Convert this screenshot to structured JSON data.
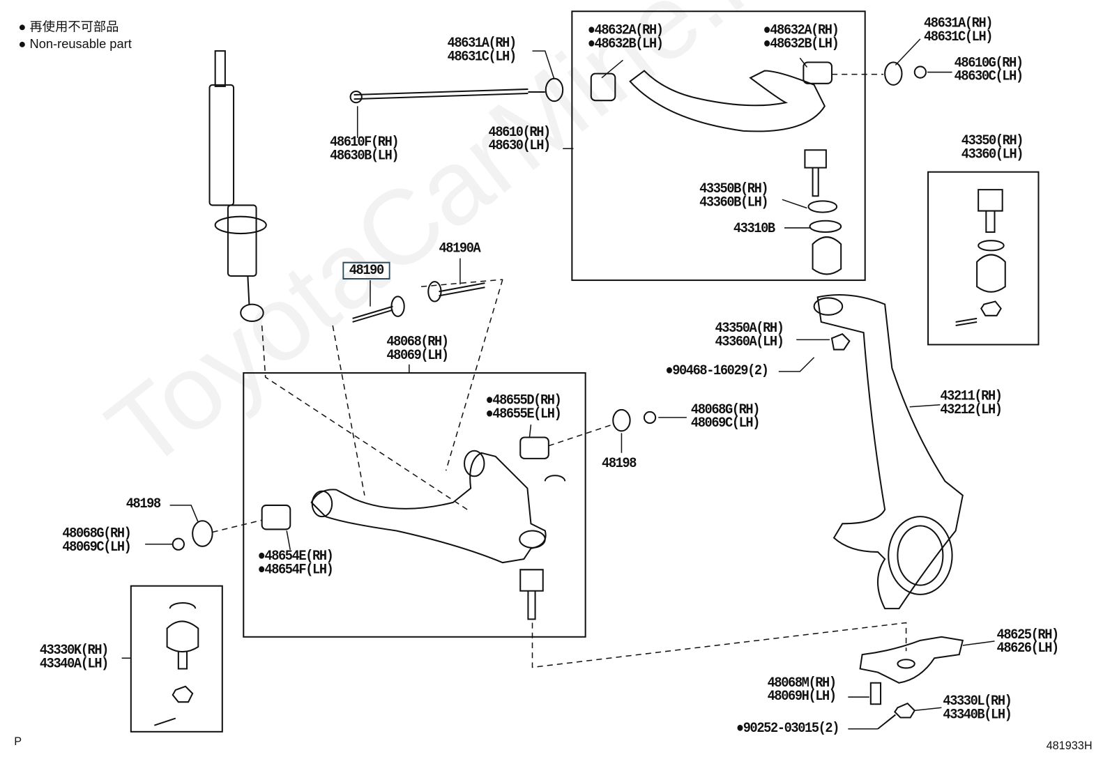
{
  "legend": {
    "line_jp": "● 再使用不可部品",
    "line_en": "● Non-reusable part"
  },
  "watermark": "ToyotaCarMine.ru",
  "page_marker": "P",
  "diagram_id": "481933H",
  "highlight_color": "#2e4a5a",
  "callouts": [
    {
      "lines": [
        "48631A(RH)",
        "48631C(LH)"
      ]
    },
    {
      "lines": [
        "48610F(RH)",
        "48630B(LH)"
      ]
    },
    {
      "lines": [
        "48610(RH)",
        "48630(LH)"
      ]
    },
    {
      "lines": [
        "●48632A(RH)",
        "●48632B(LH)"
      ]
    },
    {
      "lines": [
        "●48632A(RH)",
        "●48632B(LH)"
      ]
    },
    {
      "lines": [
        "48631A(RH)",
        "48631C(LH)"
      ]
    },
    {
      "lines": [
        "48610G(RH)",
        "48630C(LH)"
      ]
    },
    {
      "lines": [
        "43350(RH)",
        "43360(LH)"
      ]
    },
    {
      "lines": [
        "43350B(RH)",
        "43360B(LH)"
      ]
    },
    {
      "lines": [
        "43310B"
      ]
    },
    {
      "lines": [
        "48190"
      ],
      "highlighted": true
    },
    {
      "lines": [
        "48190A"
      ]
    },
    {
      "lines": [
        "48068(RH)",
        "48069(LH)"
      ]
    },
    {
      "lines": [
        "43350A(RH)",
        "43360A(LH)"
      ]
    },
    {
      "lines": [
        "●90468-16029(2)"
      ]
    },
    {
      "lines": [
        "●48655D(RH)",
        "●48655E(LH)"
      ]
    },
    {
      "lines": [
        "48068G(RH)",
        "48069C(LH)"
      ]
    },
    {
      "lines": [
        "48198"
      ]
    },
    {
      "lines": [
        "43211(RH)",
        "43212(LH)"
      ]
    },
    {
      "lines": [
        "48198"
      ]
    },
    {
      "lines": [
        "48068G(RH)",
        "48069C(LH)"
      ]
    },
    {
      "lines": [
        "●48654E(RH)",
        "●48654F(LH)"
      ]
    },
    {
      "lines": [
        "43330K(RH)",
        "43340A(LH)"
      ]
    },
    {
      "lines": [
        "48625(RH)",
        "48626(LH)"
      ]
    },
    {
      "lines": [
        "48068M(RH)",
        "48069H(LH)"
      ]
    },
    {
      "lines": [
        "43330L(RH)",
        "43340B(LH)"
      ]
    },
    {
      "lines": [
        "●90252-03015(2)"
      ]
    }
  ]
}
